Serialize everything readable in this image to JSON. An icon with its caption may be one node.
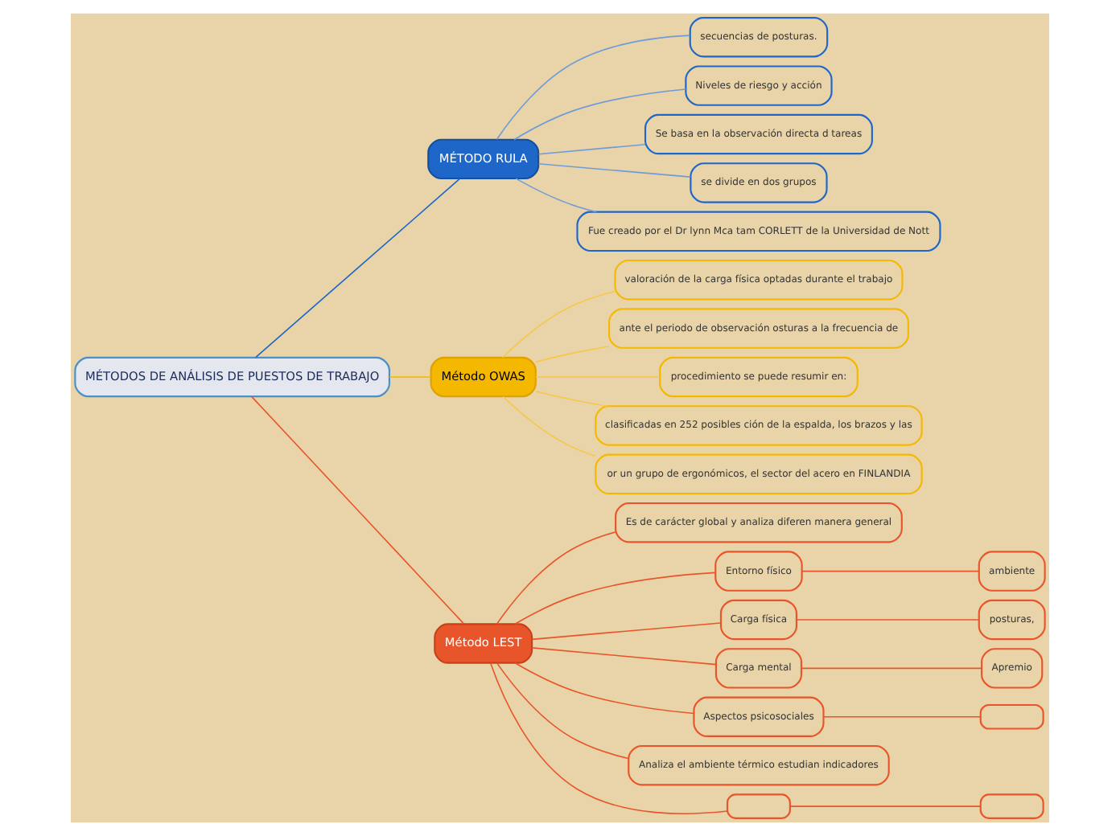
{
  "diagram": {
    "nodes": [
      {
        "text": [
          "MÉTODOS DE ANÁLISIS DE PUESTOS DE TRABAJO"
        ]
      },
      {
        "text": [
          "MÉTODO RULA"
        ]
      },
      {
        "text": [
          "Método OWAS"
        ]
      },
      {
        "text": [
          "Método LEST"
        ]
      },
      {
        "text": [
          "secuencias de posturas."
        ]
      },
      {
        "text": [
          "Niveles de riesgo y acción"
        ]
      },
      {
        "text": [
          "Se basa en la observación directa d tareas"
        ]
      },
      {
        "text": [
          "se divide en dos grupos"
        ]
      },
      {
        "text": [
          "Fue creado por el Dr lynn Mca tam CORLETT de la Universidad de Nott"
        ]
      },
      {
        "text": [
          "valoración de la carga física optadas durante el trabajo"
        ]
      },
      {
        "text": [
          "ante el periodo de observación osturas a la frecuencia de"
        ]
      },
      {
        "text": [
          "procedimiento se puede resumir en:"
        ]
      },
      {
        "text": [
          "clasificadas en 252 posibles ción de la espalda, los brazos y las"
        ]
      },
      {
        "text": [
          "or un grupo de ergonómicos, el sector del acero en FINLANDIA"
        ]
      },
      {
        "text": [
          "Es de carácter global y analiza diferen manera general"
        ]
      },
      {
        "text": [
          "Entorno físico"
        ]
      },
      {
        "text": [
          "ambiente"
        ]
      },
      {
        "text": [
          "Carga física"
        ]
      },
      {
        "text": [
          "posturas,"
        ]
      },
      {
        "text": [
          "Carga mental"
        ]
      },
      {
        "text": [
          "Apremio"
        ]
      },
      {
        "text": [
          "Aspectos psicosociales"
        ]
      },
      {
        "text": [],
        "shape": "box"
      },
      {
        "text": [
          "Analiza el ambiente térmico estudian indicadores"
        ]
      },
      {
        "text": [],
        "shape": "box"
      },
      {
        "text": [],
        "shape": "box"
      }
    ],
    "edges": [
      {
        "from": 0,
        "to": 1,
        "arrow": "none",
        "color": "#1e66c8"
      },
      {
        "from": 0,
        "to": 2,
        "arrow": "none",
        "color": "#f5b800"
      },
      {
        "from": 0,
        "to": 3,
        "arrow": "none"
      },
      {
        "from": 1,
        "to": 4,
        "arrow": "none",
        "color": "#6f9bd8"
      },
      {
        "from": 1,
        "to": 5,
        "arrow": "none",
        "color": "#6f9bd8"
      },
      {
        "from": 1,
        "to": 6,
        "arrow": "none",
        "color": "#6f9bd8"
      },
      {
        "from": 1,
        "to": 7,
        "arrow": "none",
        "color": "#6f9bd8"
      },
      {
        "from": 1,
        "to": 8,
        "arrow": "none",
        "color": "#6f9bd8"
      },
      {
        "from": 2,
        "to": 9,
        "arrow": "none",
        "color": "#f5c84a"
      },
      {
        "from": 2,
        "to": 10,
        "arrow": "none",
        "color": "#f5c84a"
      },
      {
        "from": 2,
        "to": 11,
        "arrow": "none",
        "color": "#f5c84a"
      },
      {
        "from": 2,
        "to": 12,
        "arrow": "none",
        "color": "#f5c84a"
      },
      {
        "from": 2,
        "to": 13,
        "arrow": "none",
        "color": "#f5c84a"
      },
      {
        "from": 3,
        "to": 14,
        "arrow": "none"
      },
      {
        "from": 3,
        "to": 15,
        "arrow": "none"
      },
      {
        "from": 15,
        "to": 16,
        "arrow": "none"
      },
      {
        "from": 3,
        "to": 17,
        "arrow": "none"
      },
      {
        "from": 17,
        "to": 18,
        "arrow": "none"
      },
      {
        "from": 3,
        "to": 19,
        "arrow": "none"
      },
      {
        "from": 19,
        "to": 20,
        "arrow": "none"
      },
      {
        "from": 3,
        "to": 21,
        "arrow": "none"
      },
      {
        "from": 21,
        "to": 22,
        "arrow": "none"
      },
      {
        "from": 3,
        "to": 23,
        "arrow": "none"
      },
      {
        "from": 3,
        "to": 24,
        "arrow": "none"
      },
      {
        "from": 24,
        "to": 25,
        "arrow": "none"
      }
    ]
  }
}
